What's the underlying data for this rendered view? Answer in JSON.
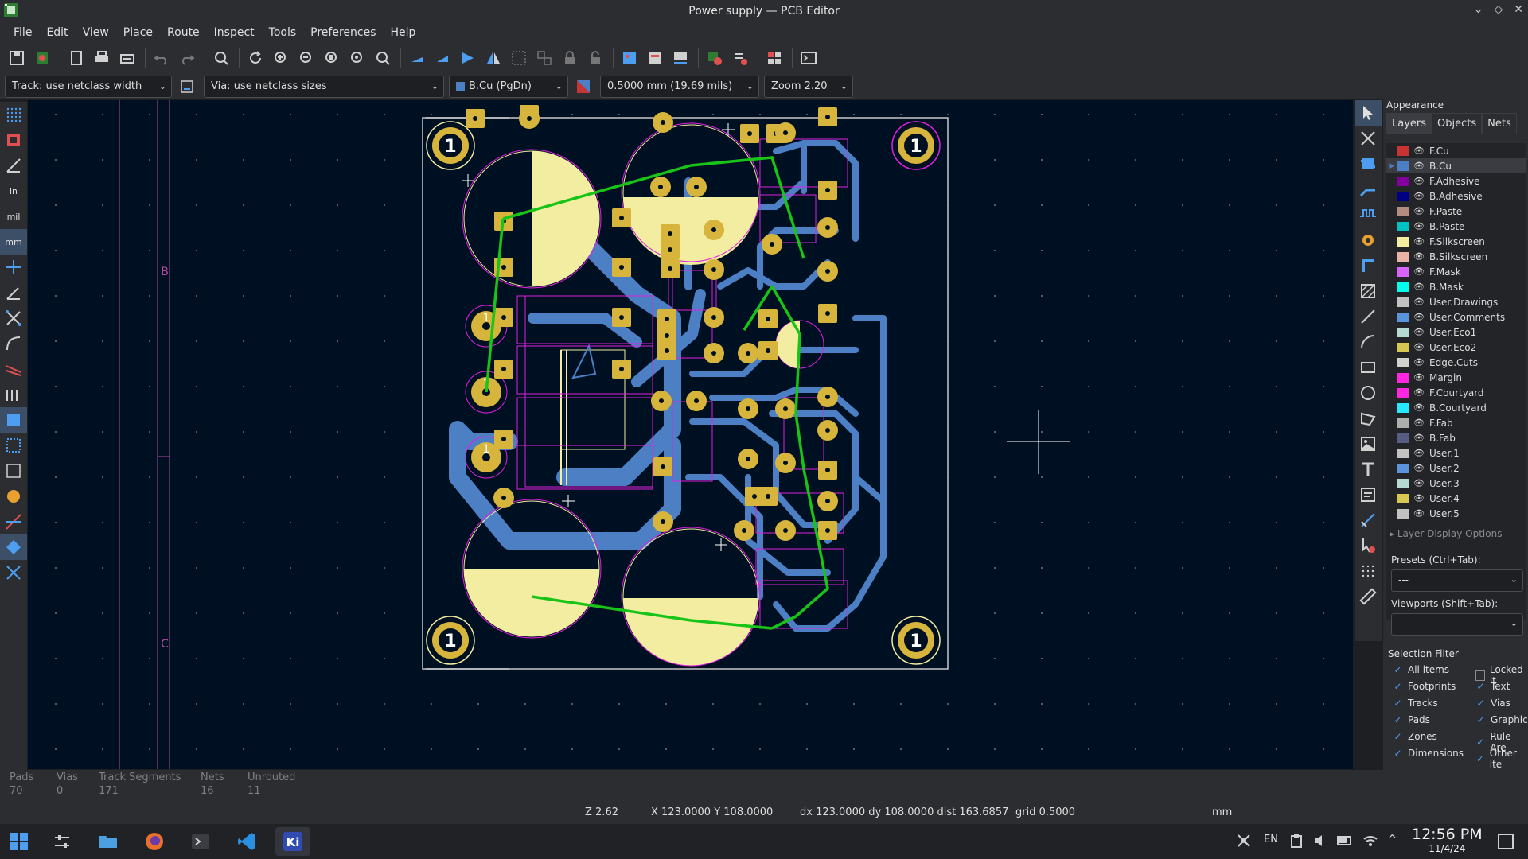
{
  "window": {
    "title": "Power supply — PCB Editor"
  },
  "menu": [
    "File",
    "Edit",
    "View",
    "Place",
    "Route",
    "Inspect",
    "Tools",
    "Preferences",
    "Help"
  ],
  "optionbar": {
    "track": "Track: use netclass width",
    "via": "Via: use netclass sizes",
    "layer": "B.Cu (PgDn)",
    "grid": "0.5000 mm (19.69 mils)",
    "zoom": "Zoom 2.20"
  },
  "lefttools": {
    "units_in": "in",
    "units_mil": "mil",
    "units_mm": "mm"
  },
  "canvas": {
    "sheet_label_b": "B",
    "sheet_label_c": "C",
    "mounting_hole_label": "1",
    "pad_label": "1",
    "colors": {
      "background": "#001023",
      "back_copper": "#4d7fc4",
      "pad": "#d7b43c",
      "silkscreen": "#f2eda1",
      "ratsnest": "#18c418",
      "courtyard": "#e020e0",
      "edge_cuts": "#c8c8c8"
    }
  },
  "appearance": {
    "title": "Appearance",
    "tabs": [
      "Layers",
      "Objects",
      "Nets"
    ],
    "layers": [
      {
        "name": "F.Cu",
        "color": "#c83434"
      },
      {
        "name": "B.Cu",
        "color": "#4d7fc4",
        "selected": true
      },
      {
        "name": "F.Adhesive",
        "color": "#84009c"
      },
      {
        "name": "B.Adhesive",
        "color": "#000084"
      },
      {
        "name": "F.Paste",
        "color": "#b48b80"
      },
      {
        "name": "B.Paste",
        "color": "#00c2c2"
      },
      {
        "name": "F.Silkscreen",
        "color": "#f2eda1"
      },
      {
        "name": "B.Silkscreen",
        "color": "#e8b2a7"
      },
      {
        "name": "F.Mask",
        "color": "#d864ff"
      },
      {
        "name": "B.Mask",
        "color": "#02ffee"
      },
      {
        "name": "User.Drawings",
        "color": "#c2c2c2"
      },
      {
        "name": "User.Comments",
        "color": "#5994dc"
      },
      {
        "name": "User.Eco1",
        "color": "#b4dbd2"
      },
      {
        "name": "User.Eco2",
        "color": "#d8c852"
      },
      {
        "name": "Edge.Cuts",
        "color": "#d0d2cd"
      },
      {
        "name": "Margin",
        "color": "#ff26e2"
      },
      {
        "name": "F.Courtyard",
        "color": "#ff26e2"
      },
      {
        "name": "B.Courtyard",
        "color": "#26e9ff"
      },
      {
        "name": "F.Fab",
        "color": "#afafaf"
      },
      {
        "name": "B.Fab",
        "color": "#585d84"
      },
      {
        "name": "User.1",
        "color": "#c2c2c2"
      },
      {
        "name": "User.2",
        "color": "#5994dc"
      },
      {
        "name": "User.3",
        "color": "#b4dbd2"
      },
      {
        "name": "User.4",
        "color": "#d8c852"
      },
      {
        "name": "User.5",
        "color": "#c2c2c2"
      }
    ],
    "layer_display_options": "Layer Display Options",
    "presets_label": "Presets (Ctrl+Tab):",
    "presets_value": "---",
    "viewports_label": "Viewports (Shift+Tab):",
    "viewports_value": "---",
    "selection_filter_title": "Selection Filter",
    "filters_left": [
      {
        "label": "All items",
        "checked": true
      },
      {
        "label": "Footprints",
        "checked": true
      },
      {
        "label": "Tracks",
        "checked": true
      },
      {
        "label": "Pads",
        "checked": true
      },
      {
        "label": "Zones",
        "checked": true
      },
      {
        "label": "Dimensions",
        "checked": true
      }
    ],
    "filters_right": [
      {
        "label": "Locked it",
        "checked": false
      },
      {
        "label": "Text",
        "checked": true
      },
      {
        "label": "Vias",
        "checked": true
      },
      {
        "label": "Graphics",
        "checked": true
      },
      {
        "label": "Rule Are",
        "checked": true
      },
      {
        "label": "Other ite",
        "checked": true
      }
    ]
  },
  "messages": [
    {
      "label": "Pads",
      "value": "70"
    },
    {
      "label": "Vias",
      "value": "0"
    },
    {
      "label": "Track Segments",
      "value": "171"
    },
    {
      "label": "Nets",
      "value": "16"
    },
    {
      "label": "Unrouted",
      "value": "11"
    }
  ],
  "status": {
    "zoom": "Z 2.62",
    "xy": "X 123.0000  Y 108.0000",
    "delta": "dx 123.0000  dy 108.0000  dist 163.6857",
    "grid": "grid 0.5000",
    "units": "mm"
  },
  "taskbar": {
    "tray_lang": "EN",
    "time": "12:56 PM",
    "date": "11/4/24"
  }
}
